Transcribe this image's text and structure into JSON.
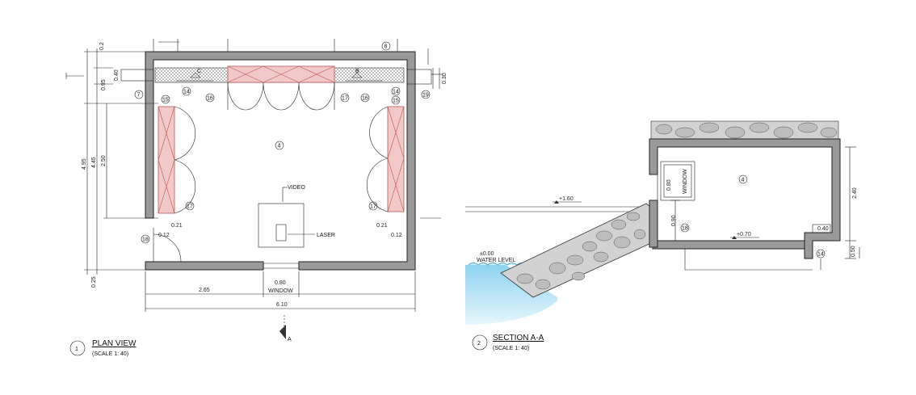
{
  "plan": {
    "title": "PLAN VIEW",
    "scale": "(SCALE 1: 40)",
    "number": "1",
    "room": "4",
    "video": "VIDEO",
    "laser": "LASER",
    "window": "WINDOW",
    "window_width": "0.80",
    "dim_left": "2.65",
    "dim_total": "6.10",
    "dim_v_total": "4.95",
    "dim_v_inner": "4.45",
    "dim_v_door": "2.50",
    "dim_v_top1": "0.2",
    "dim_v_top2": "0.95",
    "dim_v_top3": "0.40",
    "dim_v_bottom": "0.25",
    "dim_right_top": "0.30",
    "dim_021_l": "0.21",
    "dim_012_l": "0.12",
    "dim_021_r": "0.21",
    "dim_012_r": "0.12",
    "label_c": "C",
    "label_b": "B",
    "section_mark": "A",
    "tags": [
      "7",
      "15",
      "14",
      "16",
      "17",
      "16",
      "14",
      "15",
      "19",
      "8",
      "17",
      "17",
      "18"
    ]
  },
  "section": {
    "title": "SECTION A-A",
    "scale": "(SCALE 1: 40)",
    "number": "2",
    "room": "4",
    "water_level_value": "±0.00",
    "water_level": "WATER LEVEL",
    "level_160": "+1.60",
    "level_070": "+0.70",
    "dim_240": "2.40",
    "dim_080": "0.80",
    "dim_090": "0.90",
    "dim_040": "0.40",
    "dim_050": "0.50",
    "window_label": "WINDOW",
    "tag_18": "18",
    "tag_14": "14"
  },
  "colors": {
    "wall": "#9a9a9a",
    "cabinet": "#f2c9c9",
    "water": "#8fd3f0"
  }
}
